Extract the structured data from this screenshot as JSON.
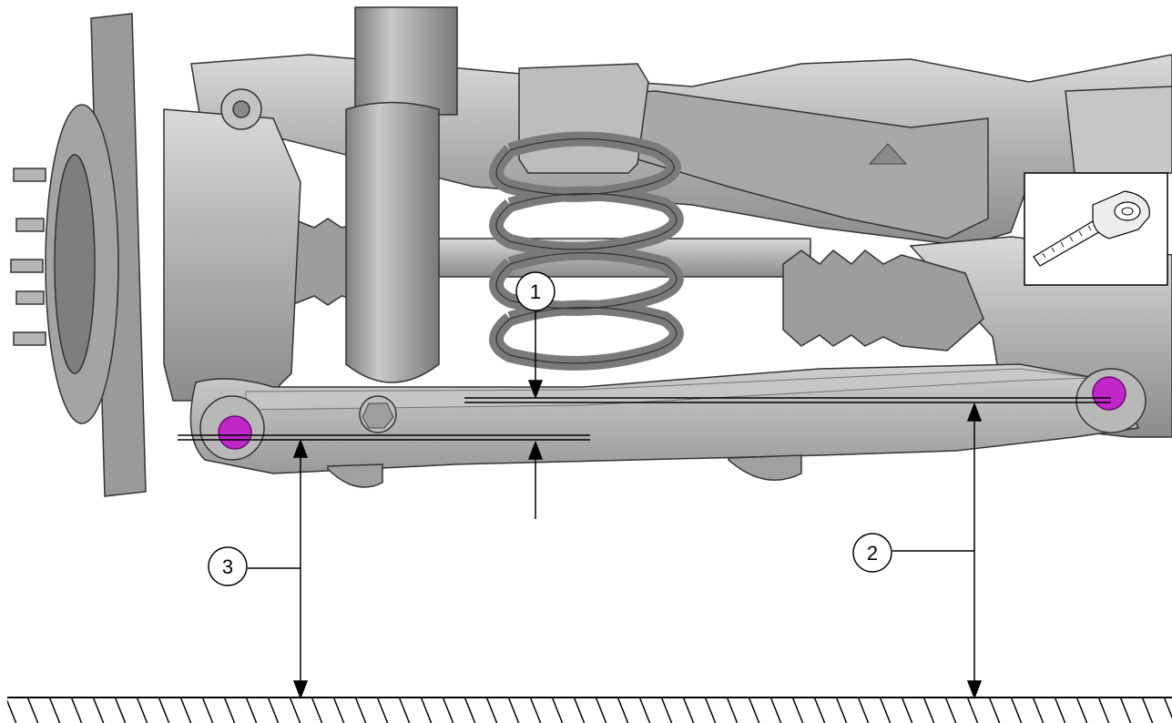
{
  "callouts": [
    {
      "id": "1",
      "label": "1"
    },
    {
      "id": "2",
      "label": "2"
    },
    {
      "id": "3",
      "label": "3"
    }
  ],
  "tool_inset": {
    "icon": "tape-measure-icon"
  },
  "colors": {
    "metal": "#b4b4b4",
    "metal_dark": "#8a8a8a",
    "metal_light": "#d6d6d6",
    "bolt_highlight": "#c026c8",
    "line": "#000000",
    "background": "#ffffff"
  }
}
